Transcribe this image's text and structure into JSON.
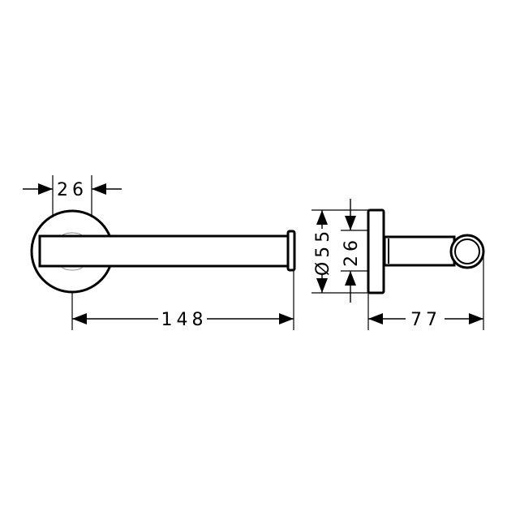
{
  "drawing": {
    "title": "Toilet paper holder technical drawing",
    "unit": "mm",
    "line_color": "#000000",
    "background_color": "#ffffff",
    "front_view": {
      "dimensions": {
        "rosette_width": "26",
        "overall_length": "148"
      }
    },
    "side_view": {
      "dimensions": {
        "rosette_diameter": "Ø55",
        "arm_height": "26",
        "projection": "77"
      }
    }
  }
}
